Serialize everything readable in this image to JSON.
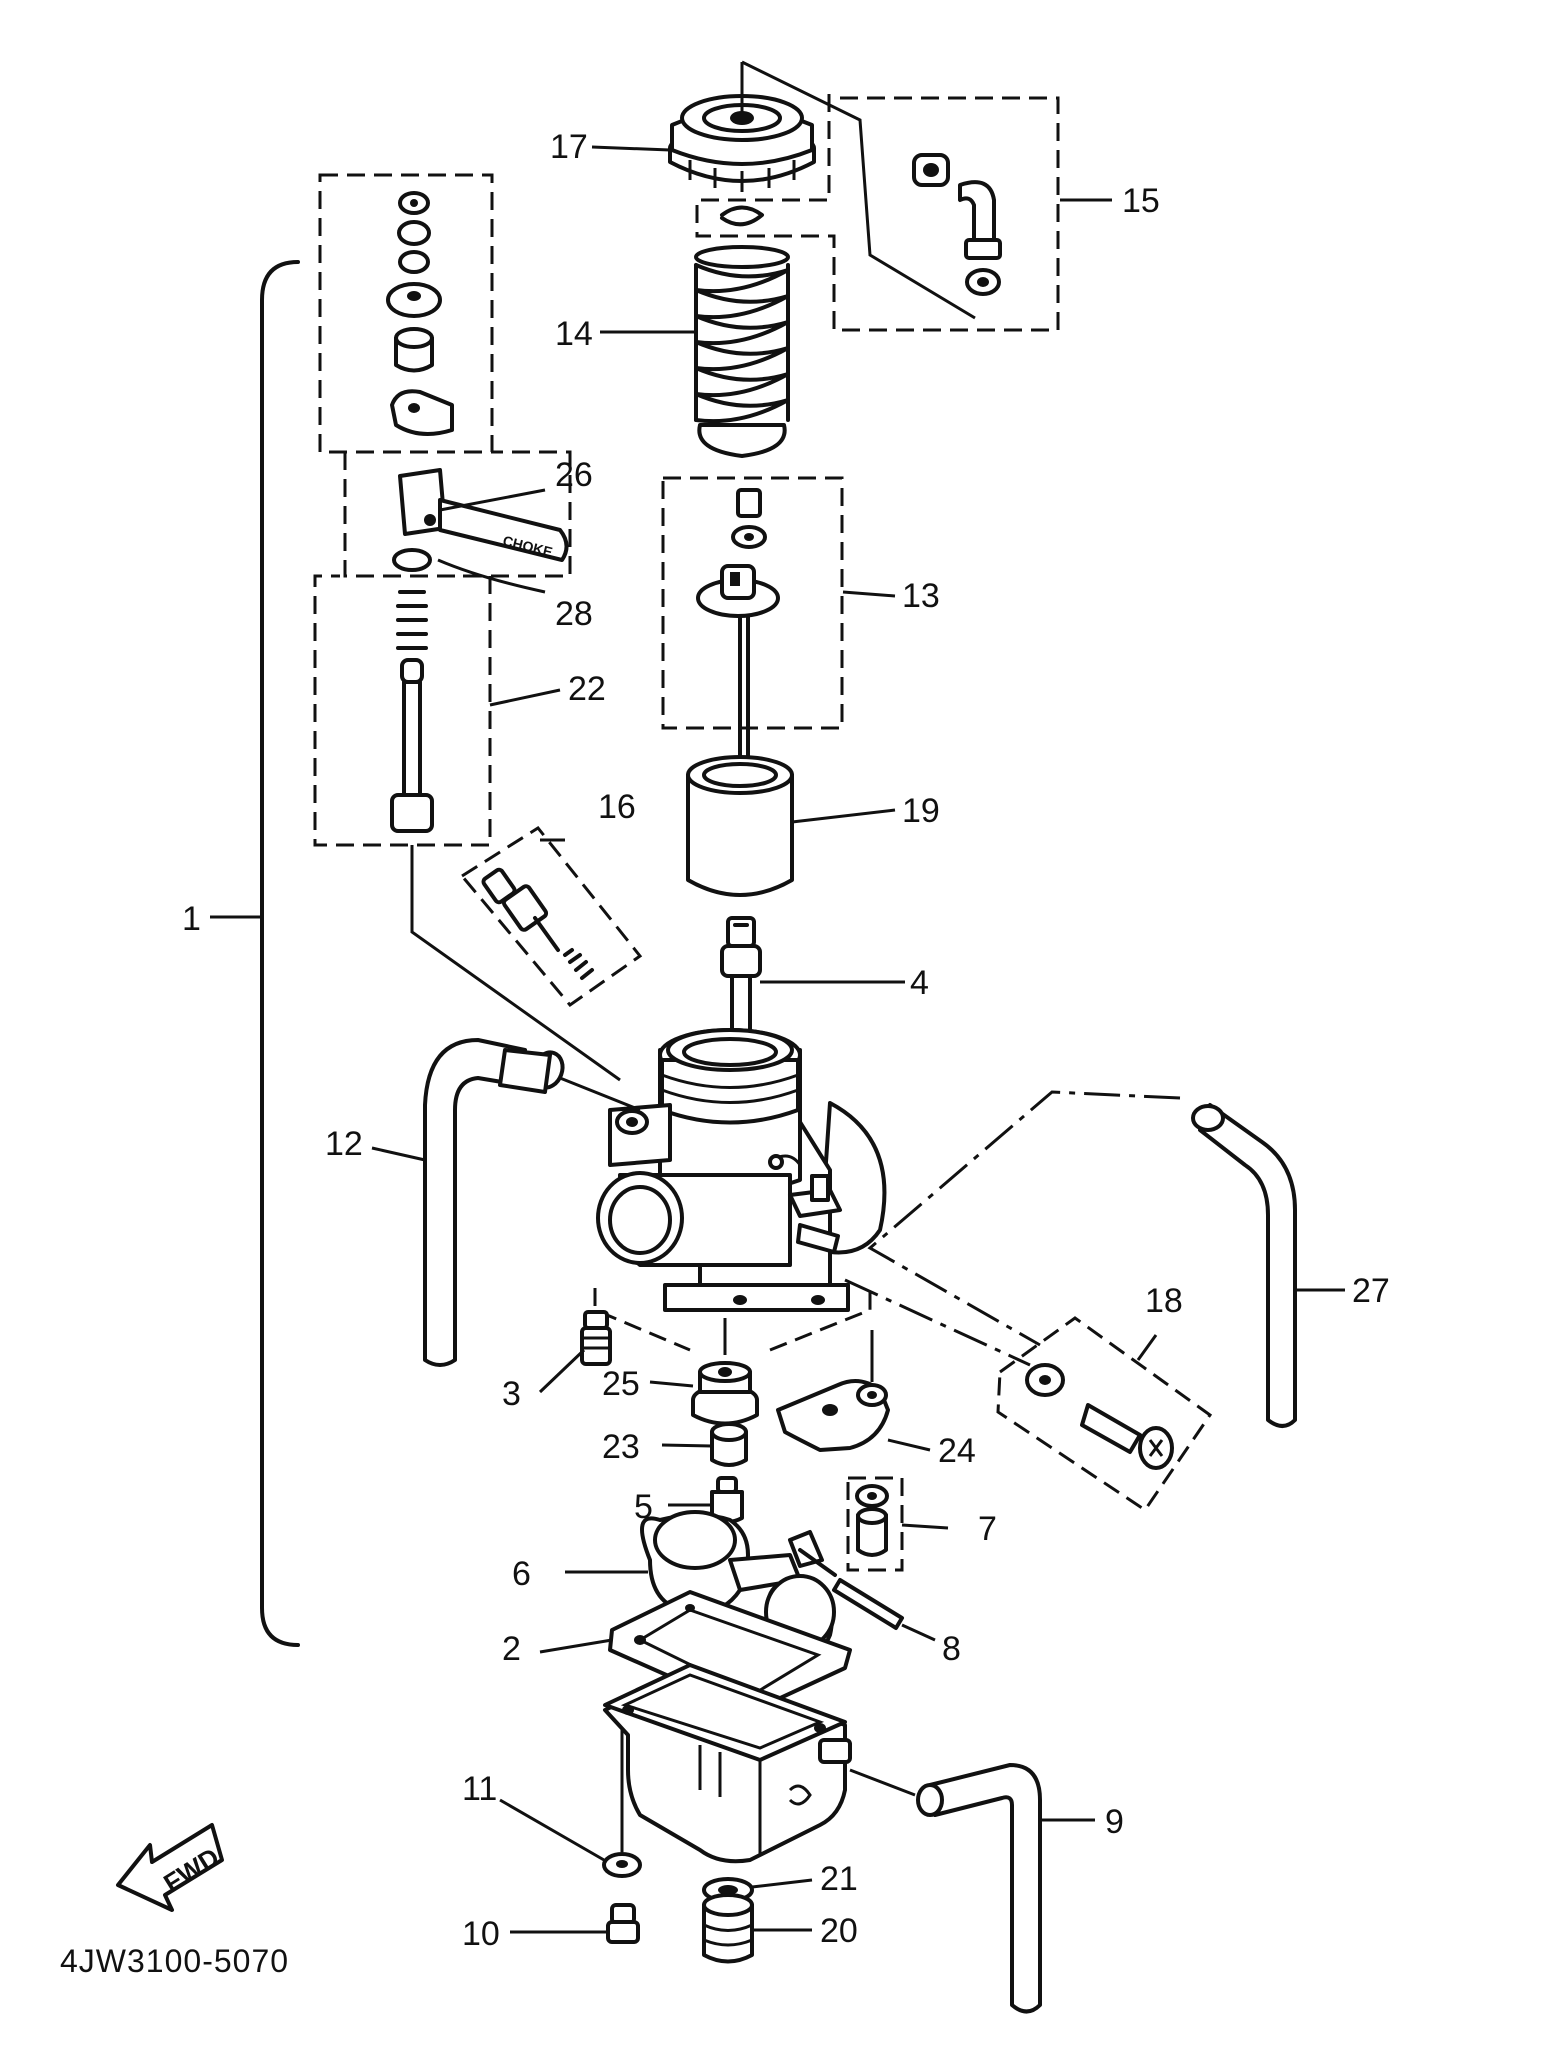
{
  "diagram": {
    "drawing_code": "4JW3100-5070",
    "fwd_label": "FWD",
    "choke_text": "CHOKE",
    "part_labels": {
      "p1": "1",
      "p2": "2",
      "p3": "3",
      "p4": "4",
      "p5": "5",
      "p6": "6",
      "p7": "7",
      "p8": "8",
      "p9": "9",
      "p10": "10",
      "p11": "11",
      "p12": "12",
      "p13": "13",
      "p14": "14",
      "p15": "15",
      "p16": "16",
      "p17": "17",
      "p18": "18",
      "p19": "19",
      "p20": "20",
      "p21": "21",
      "p22": "22",
      "p23": "23",
      "p24": "24",
      "p25": "25",
      "p26": "26",
      "p27": "27",
      "p28": "28"
    }
  }
}
